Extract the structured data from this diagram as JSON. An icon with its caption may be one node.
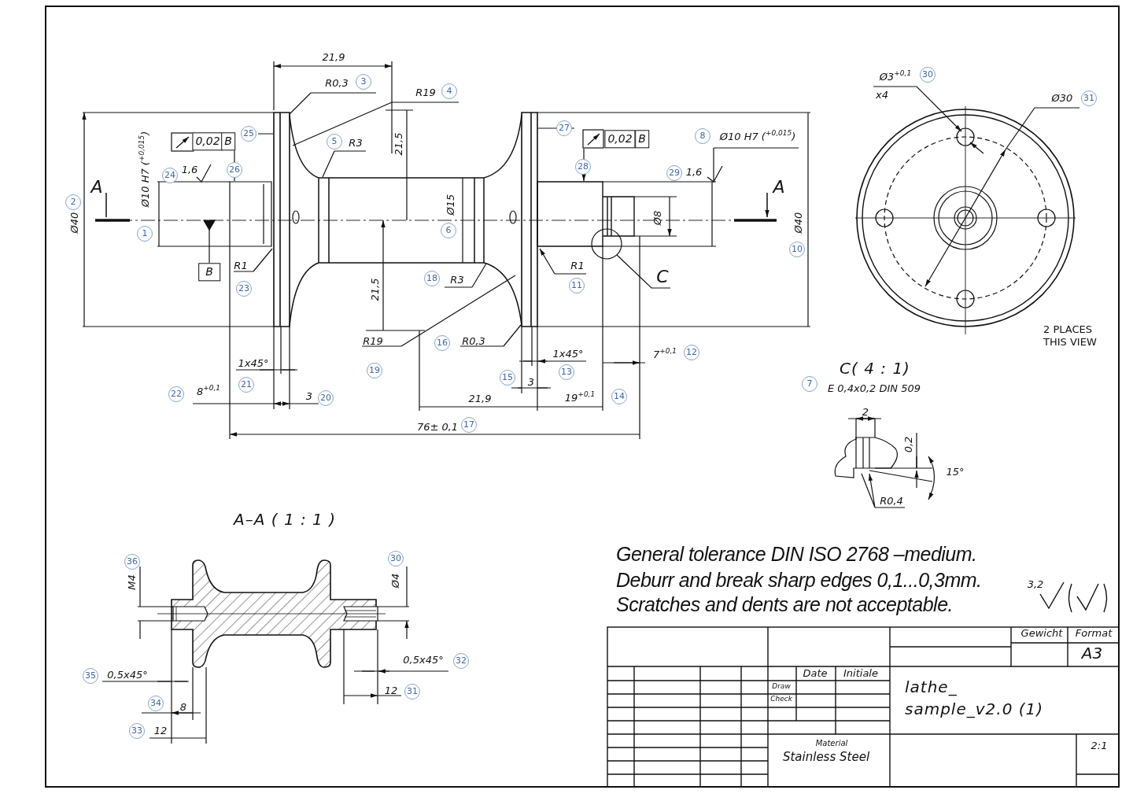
{
  "diagram": {
    "labels": [
      "21,9",
      "R0,3",
      "3",
      "R19",
      "4",
      "Ø3$^{+0,1}$",
      "30",
      "x4",
      "Ø30",
      "31",
      "25",
      "27",
      "0,02",
      "B",
      "0,02",
      "B",
      "8",
      "Ø10 H7 ($^{+0,015}$)",
      "5",
      "R3",
      "Ø10 H7 ($^{+0,015}$)",
      "21,5",
      "26",
      "28",
      "24",
      "1,6",
      "29",
      "1,6",
      "A",
      "A",
      "2",
      "Ø40",
      "Ø15",
      "Ø8",
      "Ø40",
      "1",
      "6",
      "10",
      "R1",
      "B",
      "R1",
      "C",
      "18",
      "R3",
      "23",
      "11",
      "21,5",
      "2 PLACES THIS VIEW",
      "R19",
      "16",
      "R0,3",
      "1x45°",
      "7$^{+0,1}$",
      "12",
      "1x45°",
      "19",
      "13",
      "C( 4 : 1)",
      "21",
      "15",
      "3",
      "7",
      "E 0,4x0,2 DIN 509",
      "22",
      "8$^{+0,1}$",
      "3",
      "20",
      "21,9",
      "19$^{+0,1}$",
      "14",
      "2",
      "76± 0,1",
      "17",
      "0,2",
      "15°",
      "R0,4",
      "A–A ( 1 : 1 )",
      "General tolerance DIN ISO 2768 –medium.",
      "Deburr and break sharp edges 0,1...0,3mm.",
      "Scratches and dents are not acceptable.",
      "36",
      "30",
      "M4",
      "Ø4",
      "3,2",
      "Gewicht",
      "Format",
      "A3",
      "0,5x45°",
      "32",
      "35",
      "0,5x45°",
      "Date",
      "Initiale",
      "Draw",
      "Check",
      "lathe_ sample_v2.0 (1)",
      "12",
      "31",
      "34",
      "8",
      "33",
      "12",
      "Material",
      "Stainless Steel",
      "2:1"
    ]
  }
}
